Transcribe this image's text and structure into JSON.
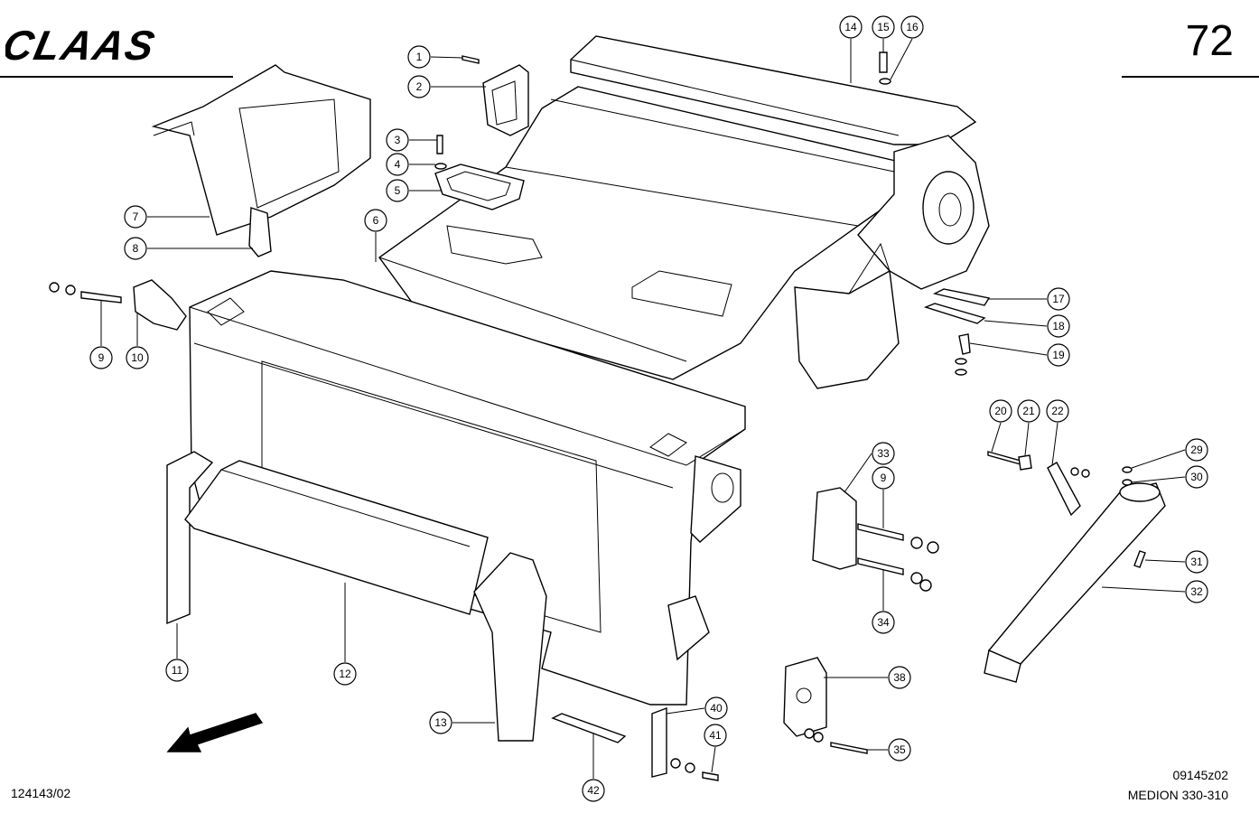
{
  "header": {
    "brand": "CLAAS",
    "page_number": "72"
  },
  "footer": {
    "drawing_ref": "124143/02",
    "figure_code": "09145z02",
    "model": "MEDION 330-310"
  },
  "callouts": [
    {
      "id": "c1",
      "label": "1"
    },
    {
      "id": "c2",
      "label": "2"
    },
    {
      "id": "c3",
      "label": "3"
    },
    {
      "id": "c4",
      "label": "4"
    },
    {
      "id": "c5",
      "label": "5"
    },
    {
      "id": "c6",
      "label": "6"
    },
    {
      "id": "c7",
      "label": "7"
    },
    {
      "id": "c8",
      "label": "8"
    },
    {
      "id": "c9a",
      "label": "9"
    },
    {
      "id": "c10",
      "label": "10"
    },
    {
      "id": "c11",
      "label": "11"
    },
    {
      "id": "c12",
      "label": "12"
    },
    {
      "id": "c13",
      "label": "13"
    },
    {
      "id": "c14",
      "label": "14"
    },
    {
      "id": "c15",
      "label": "15"
    },
    {
      "id": "c16",
      "label": "16"
    },
    {
      "id": "c17",
      "label": "17"
    },
    {
      "id": "c18",
      "label": "18"
    },
    {
      "id": "c19",
      "label": "19"
    },
    {
      "id": "c20",
      "label": "20"
    },
    {
      "id": "c21",
      "label": "21"
    },
    {
      "id": "c22",
      "label": "22"
    },
    {
      "id": "c29",
      "label": "29"
    },
    {
      "id": "c30",
      "label": "30"
    },
    {
      "id": "c31",
      "label": "31"
    },
    {
      "id": "c32",
      "label": "32"
    },
    {
      "id": "c33",
      "label": "33"
    },
    {
      "id": "c9b",
      "label": "9"
    },
    {
      "id": "c34",
      "label": "34"
    },
    {
      "id": "c35",
      "label": "35"
    },
    {
      "id": "c38",
      "label": "38"
    },
    {
      "id": "c40",
      "label": "40"
    },
    {
      "id": "c41",
      "label": "41"
    },
    {
      "id": "c42",
      "label": "42"
    }
  ],
  "icons": {
    "direction": "direction-arrow-icon"
  }
}
